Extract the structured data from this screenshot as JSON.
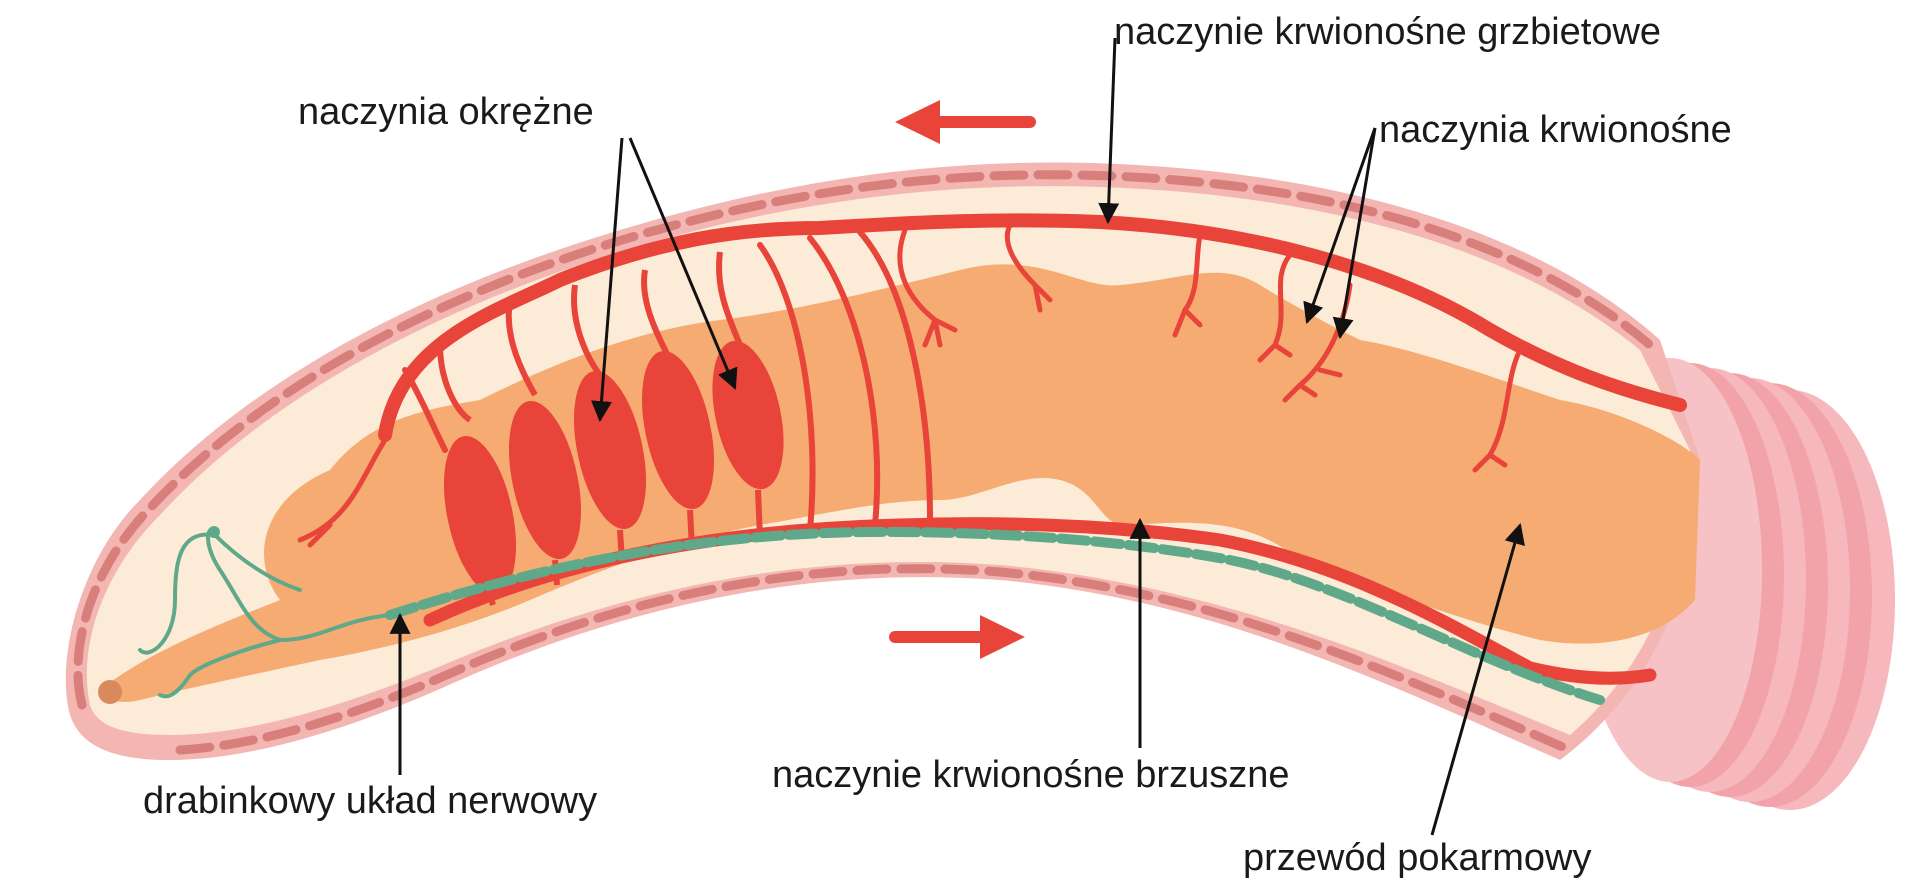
{
  "labels": {
    "dorsal_vessel": "naczynie krwionośne grzbietowe",
    "circular_vessels": "naczynia okrężne",
    "blood_vessels": "naczynia krwionośne",
    "ventral_vessel": "naczynie krwionośne brzuszne",
    "nervous_system": "drabinkowy układ nerwowy",
    "digestive_tract": "przewód pokarmowy"
  },
  "colors": {
    "body_wall": "#f3b6b2",
    "body_wall_dash": "#d97f7b",
    "coelom": "#fcebd6",
    "gut": "#f5ab72",
    "vessel": "#e8443a",
    "nerve": "#5fa88a",
    "segments": "#f2a0a7",
    "arrow": "#e8443a",
    "leader": "#111111"
  }
}
